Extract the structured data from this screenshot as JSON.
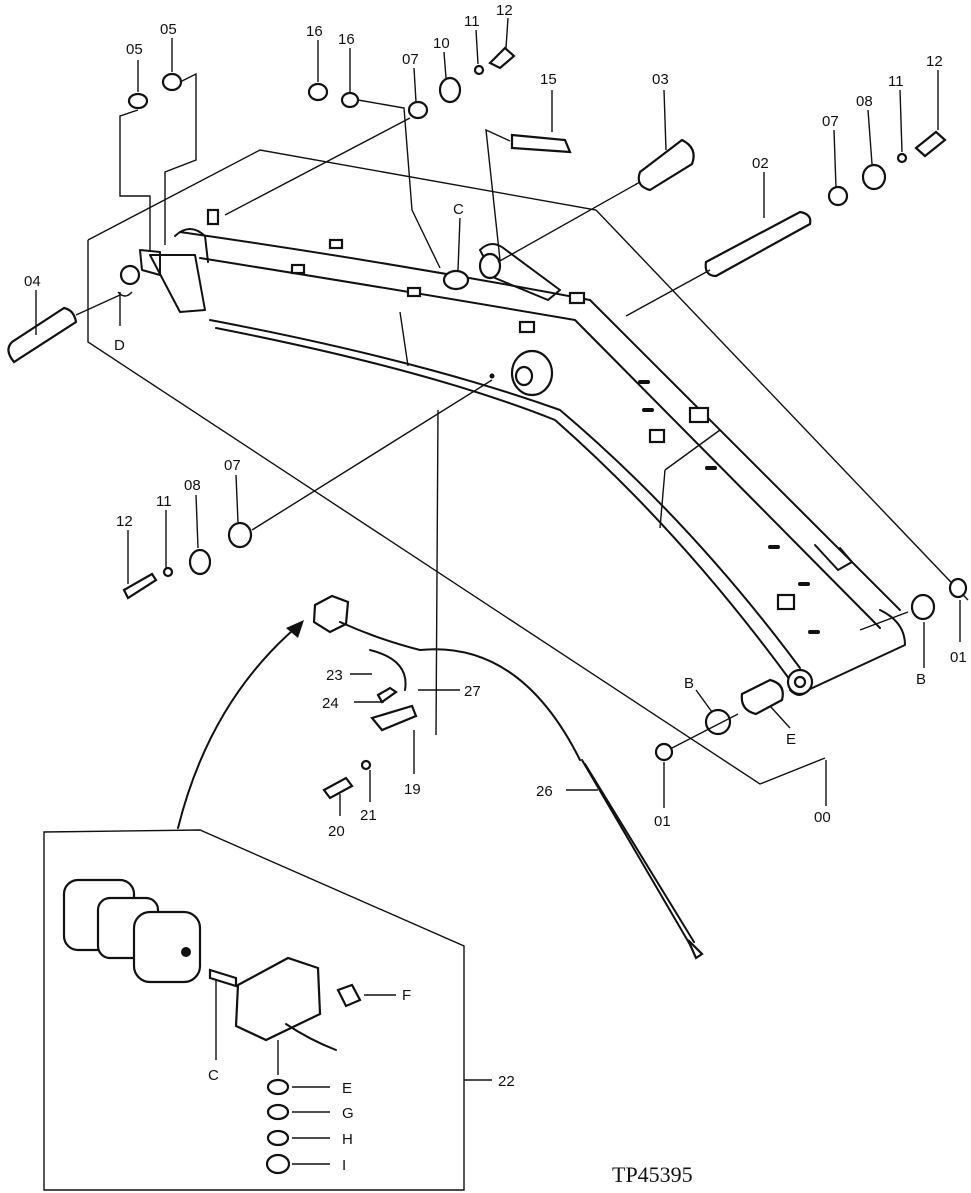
{
  "drawing_ref": "TP45395",
  "labels": {
    "p00": "00",
    "p01a": "01",
    "p01b": "01",
    "p02": "02",
    "p03": "03",
    "p04": "04",
    "p05a": "05",
    "p05b": "05",
    "p07a": "07",
    "p07b": "07",
    "p07c": "07",
    "p08a": "08",
    "p08b": "08",
    "p10": "10",
    "p11a": "11",
    "p11b": "11",
    "p11c": "11",
    "p12a": "12",
    "p12b": "12",
    "p12c": "12",
    "p15": "15",
    "p16a": "16",
    "p16b": "16",
    "p19": "19",
    "p20": "20",
    "p21": "21",
    "p22": "22",
    "p23": "23",
    "p24": "24",
    "p26": "26",
    "p27": "27",
    "ltrB1": "B",
    "ltrB2": "B",
    "ltrC1": "C",
    "ltrC2": "C",
    "ltrD": "D",
    "ltrE1": "E",
    "ltrE2": "E",
    "ltrF": "F",
    "ltrG": "G",
    "ltrH": "H",
    "ltrI": "I"
  }
}
